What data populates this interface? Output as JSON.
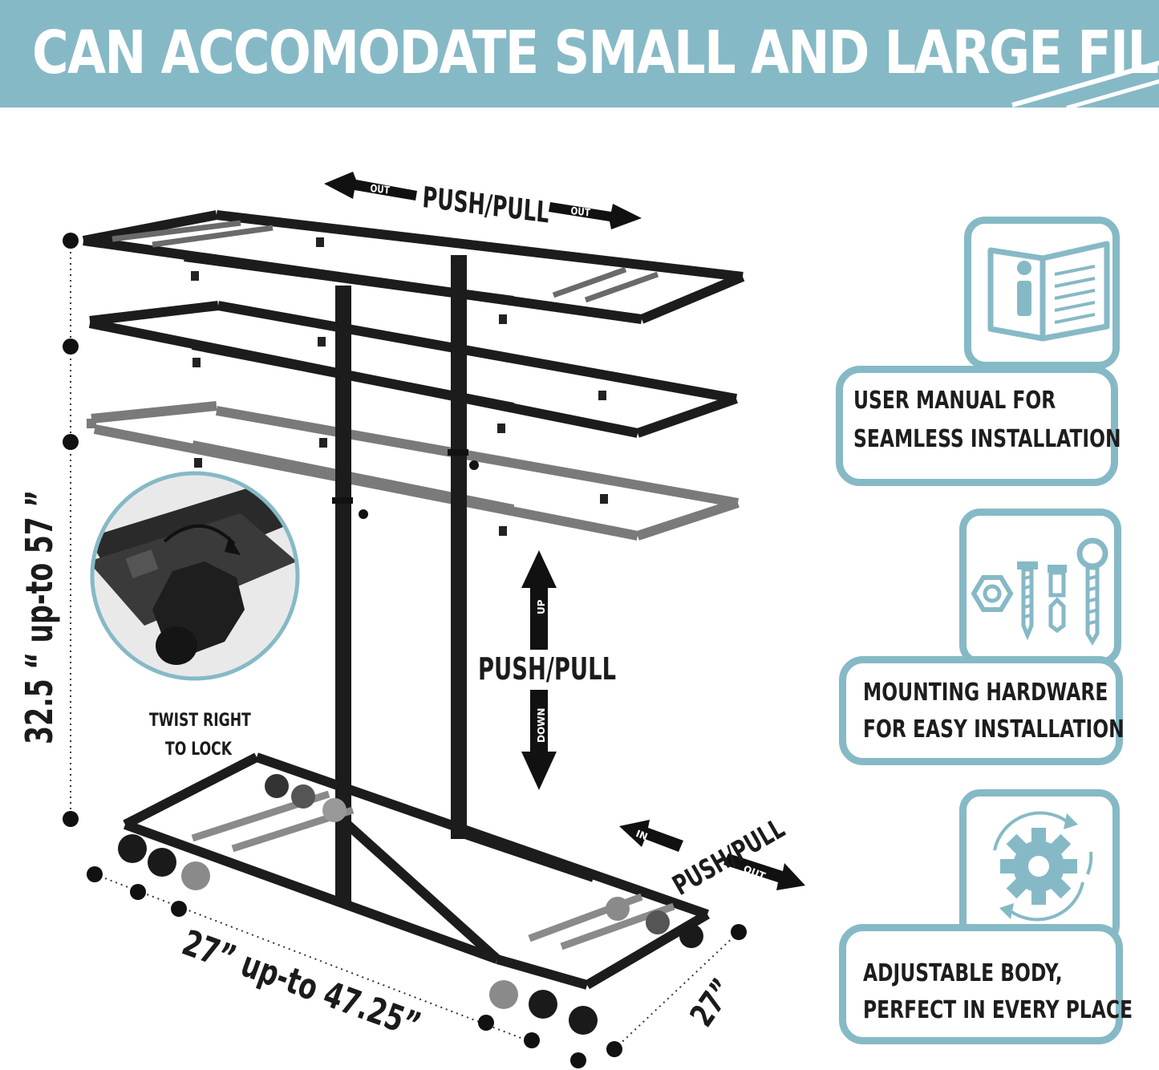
{
  "banner": {
    "title": "CAN ACCOMODATE SMALL AND LARGE FILES"
  },
  "labels": {
    "top_push_pull": "PUSH/PULL",
    "top_out_left": "OUT",
    "top_out_right": "OUT",
    "mid_push_pull": "PUSH/PULL",
    "up": "UP",
    "down": "DOWN",
    "base_push_pull": "PUSH/PULL",
    "base_in": "IN",
    "base_out": "OUT",
    "twist_line1": "TWIST RIGHT",
    "twist_line2": "TO LOCK"
  },
  "dimensions": {
    "height": "32.5 “  up-to  57 ”",
    "length": "27”  up-to  47.25”",
    "depth": "27”"
  },
  "features": [
    {
      "icon": "book-info-icon",
      "line1": "USER MANUAL FOR",
      "line2": "SEAMLESS INSTALLATION"
    },
    {
      "icon": "hardware-icon",
      "line1": "MOUNTING HARDWARE",
      "line2": "FOR  EASY INSTALLATION"
    },
    {
      "icon": "gear-cycle-icon",
      "line1": "ADJUSTABLE BODY,",
      "line2": "PERFECT IN EVERY PLACE"
    }
  ],
  "colors": {
    "accent": "#86b9c6",
    "frame": "#1c1c1c",
    "frame_ghost": "#7a7a7a"
  }
}
